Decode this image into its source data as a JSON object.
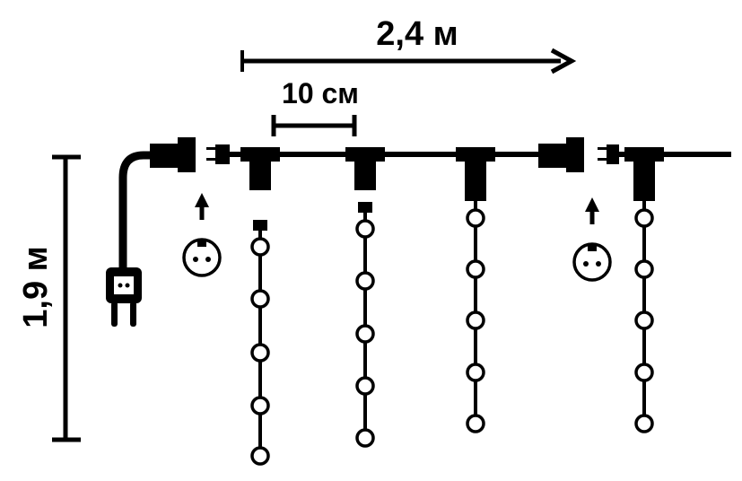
{
  "dimensions": {
    "width_label": "2,4 м",
    "spacing_label": "10 см",
    "height_label": "1,9 м"
  },
  "colors": {
    "ink": "#000000",
    "background": "#ffffff"
  }
}
